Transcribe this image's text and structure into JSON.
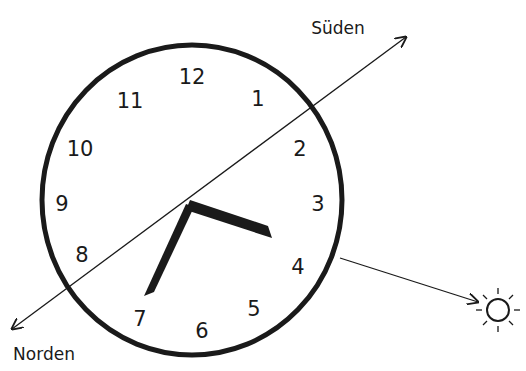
{
  "diagram": {
    "labels": [
      "Süden",
      "12",
      "11",
      "1",
      "10",
      "2",
      "9",
      "3",
      "8",
      "4",
      "7",
      "5",
      "6",
      "Norden"
    ]
  }
}
